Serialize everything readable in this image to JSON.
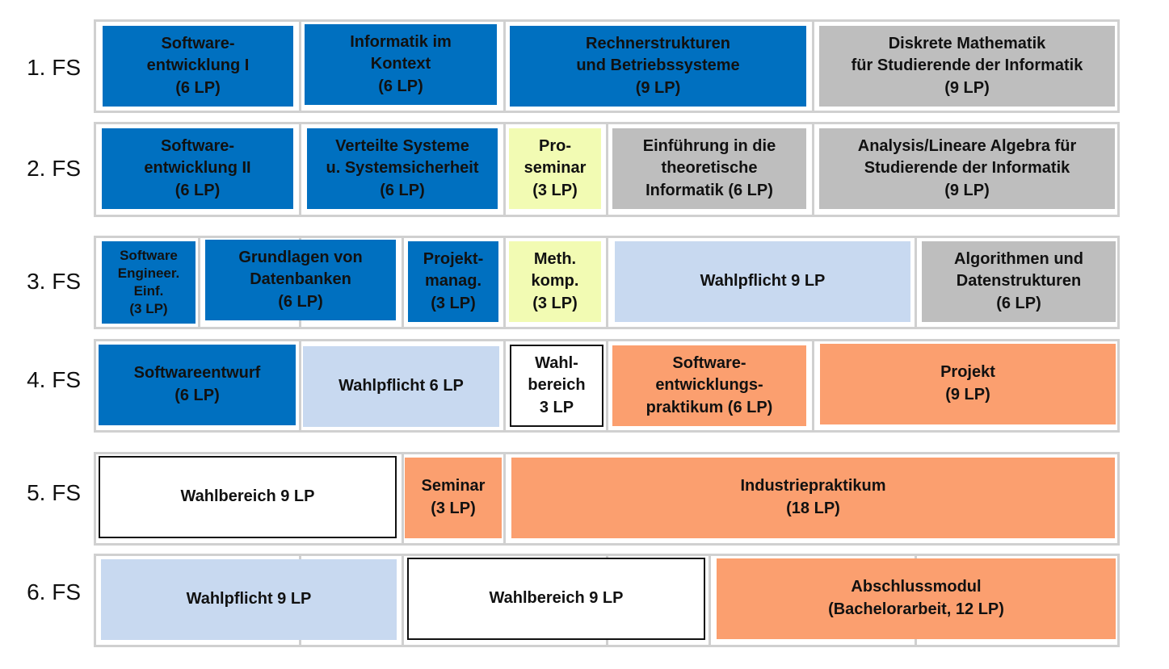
{
  "semesters": [
    {
      "label": "1. FS",
      "modules": [
        {
          "text": "Software-\nentwicklung I\n(6 LP)",
          "category": "blue"
        },
        {
          "text": "Informatik im\nKontext\n(6 LP)",
          "category": "blue"
        },
        {
          "text": "Rechnerstrukturen\nund Betriebssysteme\n(9 LP)",
          "category": "blue"
        },
        {
          "text": "Diskrete Mathematik\nfür Studierende der Informatik\n(9 LP)",
          "category": "grey"
        }
      ]
    },
    {
      "label": "2. FS",
      "modules": [
        {
          "text": "Software-\nentwicklung II\n(6 LP)",
          "category": "blue"
        },
        {
          "text": "Verteilte Systeme\nu. Systemsicherheit\n(6 LP)",
          "category": "blue"
        },
        {
          "text": "Pro-\nseminar\n(3 LP)",
          "category": "yellow"
        },
        {
          "text": "Einführung in die\ntheoretische\nInformatik (6 LP)",
          "category": "grey"
        },
        {
          "text": "Analysis/Lineare Algebra für\nStudierende der Informatik\n(9 LP)",
          "category": "grey"
        }
      ]
    },
    {
      "label": "3. FS",
      "modules": [
        {
          "text": "Software\nEngineer.\nEinf.\n(3 LP)",
          "category": "blue"
        },
        {
          "text": "Grundlagen von\nDatenbanken\n(6 LP)",
          "category": "blue"
        },
        {
          "text": "Projekt-\nmanag.\n(3 LP)",
          "category": "blue"
        },
        {
          "text": "Meth.\nkomp.\n(3 LP)",
          "category": "yellow"
        },
        {
          "text": "Wahlpflicht 9 LP",
          "category": "light"
        },
        {
          "text": "Algorithmen und\nDatenstrukturen\n(6 LP)",
          "category": "grey"
        }
      ]
    },
    {
      "label": "4. FS",
      "modules": [
        {
          "text": "Softwareentwurf\n(6 LP)",
          "category": "blue"
        },
        {
          "text": "Wahlpflicht 6 LP",
          "category": "light"
        },
        {
          "text": "Wahl-\nbereich\n3 LP",
          "category": "white"
        },
        {
          "text": "Software-\nentwicklungs-\npraktikum (6 LP)",
          "category": "orange"
        },
        {
          "text": "Projekt\n(9 LP)",
          "category": "orange"
        }
      ]
    },
    {
      "label": "5. FS",
      "modules": [
        {
          "text": "Wahlbereich 9 LP",
          "category": "white"
        },
        {
          "text": "Seminar\n(3 LP)",
          "category": "orange"
        },
        {
          "text": "Industriepraktikum\n(18 LP)",
          "category": "orange"
        }
      ]
    },
    {
      "label": "6. FS",
      "modules": [
        {
          "text": "Wahlpflicht 9 LP",
          "category": "light"
        },
        {
          "text": "Wahlbereich 9 LP",
          "category": "white"
        },
        {
          "text": "Abschlussmodul\n(Bachelorarbeit, 12 LP)",
          "category": "orange"
        }
      ]
    }
  ],
  "colors": {
    "blue": "#0070c0",
    "grey": "#bebebe",
    "yellow": "#f2fbb3",
    "light": "#c8d9f0",
    "orange": "#fb9f6f",
    "white": "#ffffff"
  }
}
